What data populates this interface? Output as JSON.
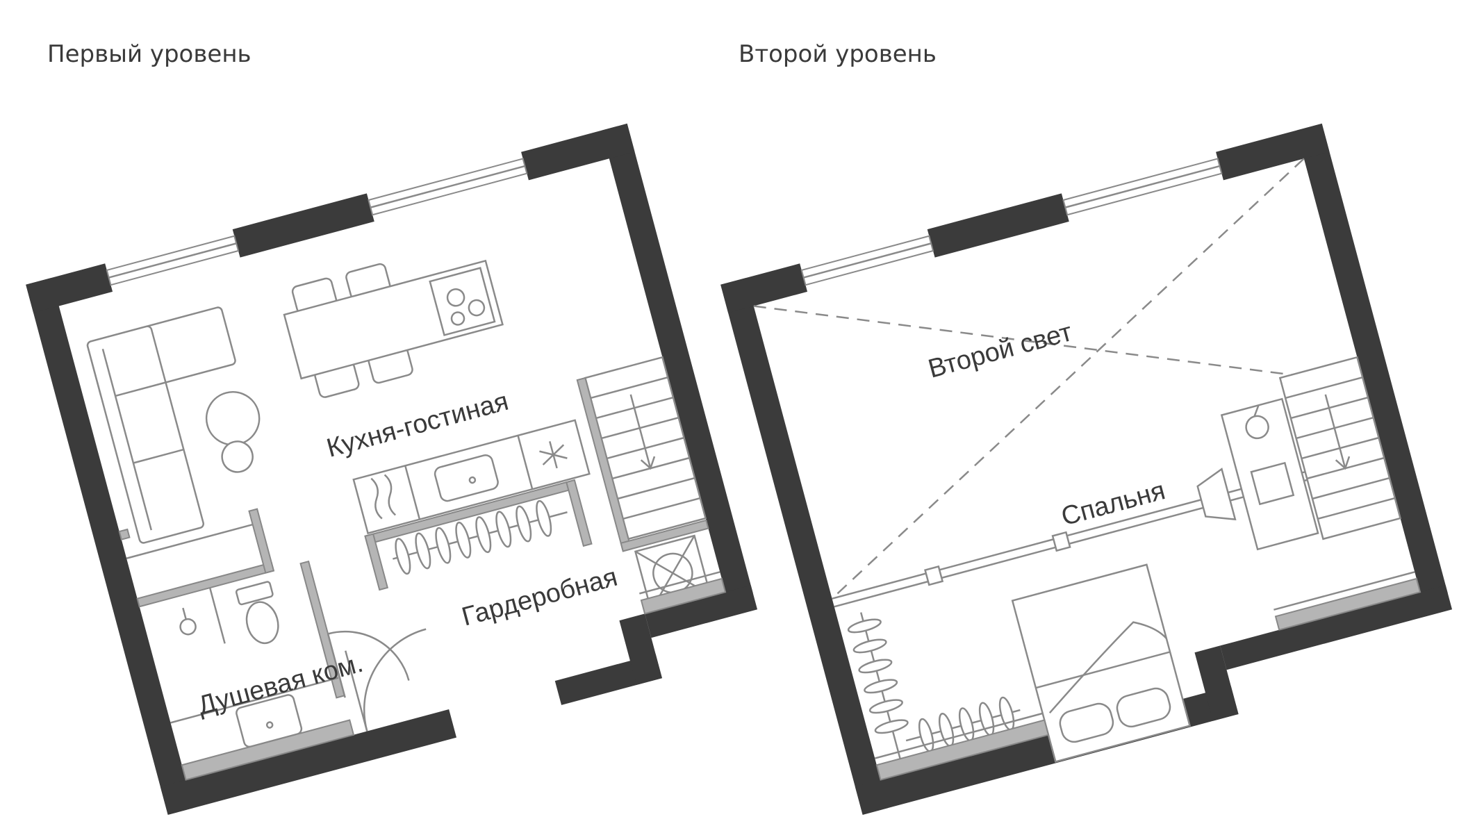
{
  "levels": [
    {
      "title": "Первый уровень",
      "rooms": [
        "Кухня-гостиная",
        "Душевая ком.",
        "Гардеробная"
      ]
    },
    {
      "title": "Второй уровень",
      "rooms": [
        "Второй свет",
        "Спальня"
      ]
    }
  ],
  "colors": {
    "wall": "#3b3b3b",
    "partition": "#b5b5b5",
    "furniture_line": "#8a8a8a",
    "text": "#3a3a3a"
  }
}
